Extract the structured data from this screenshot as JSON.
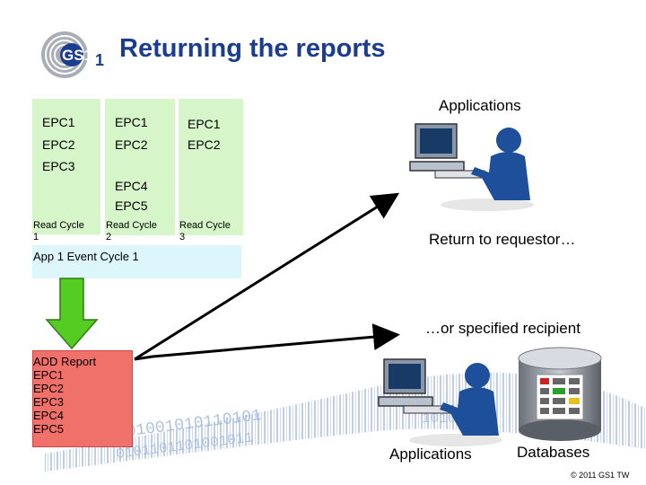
{
  "header": {
    "title": "Returning the reports",
    "logo_text": "GS1"
  },
  "read_cycles": [
    {
      "epcs": [
        "EPC1",
        "EPC2",
        "EPC3"
      ],
      "label": [
        "Read Cycle",
        "1"
      ]
    },
    {
      "epcs": [
        "EPC1",
        "EPC2",
        "EPC4",
        "EPC5"
      ],
      "label": [
        "Read Cycle",
        "2"
      ]
    },
    {
      "epcs": [
        "EPC1",
        "EPC2"
      ],
      "label": [
        "Read Cycle",
        "3"
      ]
    }
  ],
  "event_cycle": {
    "label": "App 1 Event Cycle 1"
  },
  "report": {
    "lines": [
      "ADD Report",
      "EPC1",
      "EPC2",
      "EPC3",
      "EPC4",
      "EPC5"
    ]
  },
  "targets": {
    "applications_top": "Applications",
    "return_label": "Return to requestor…",
    "specified_label": "…or specified recipient",
    "applications_bottom": "Applications",
    "databases": "Databases"
  },
  "footer": {
    "copyright": "© 2011 GS1 TW"
  },
  "colors": {
    "title": "#1a3d8f",
    "cycle_bg": "#d6f5c9",
    "event_bg": "#dcf6fb",
    "report_bg": "#f0706a",
    "arrow_green": "#55cc22"
  },
  "icons": [
    "gs1-logo-icon",
    "computer-user-icon",
    "database-icon",
    "green-down-arrow-icon",
    "barcode-binary-background"
  ]
}
